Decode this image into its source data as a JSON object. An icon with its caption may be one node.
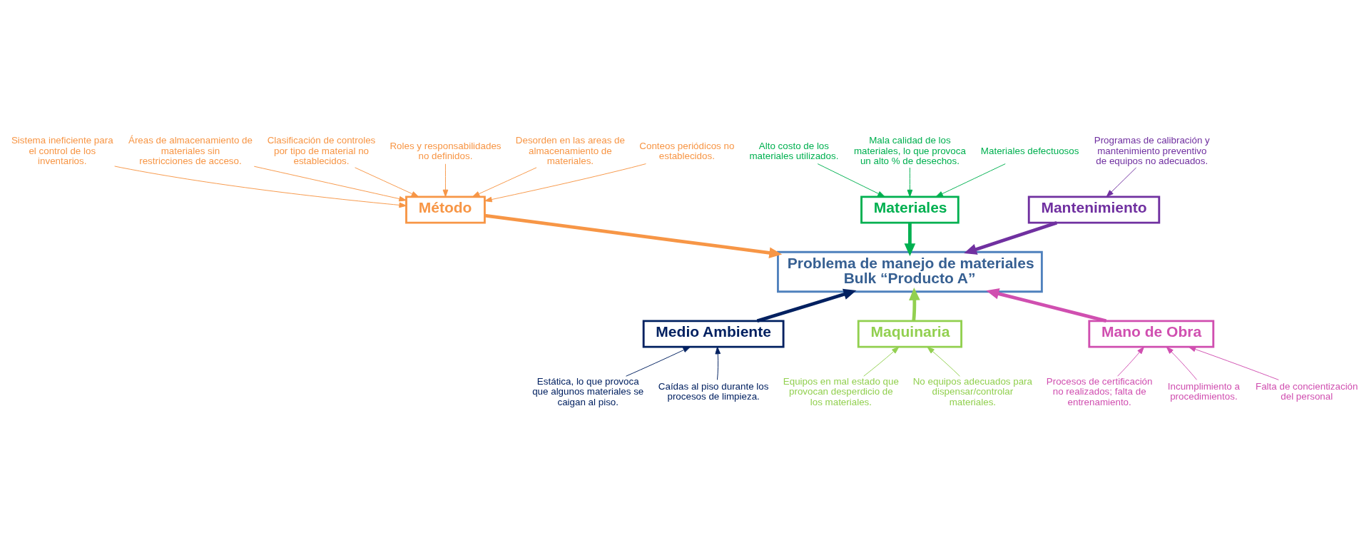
{
  "diagram": {
    "nodes": [
      {
        "text": [
          "Mantenimiento"
        ]
      },
      {
        "text": [
          "Método"
        ]
      },
      {
        "text": [
          "Materiales"
        ]
      },
      {
        "text": [
          "Problema de manejo de materiales Bulk “Producto A”"
        ]
      },
      {
        "text": [
          "Medio Ambiente"
        ]
      },
      {
        "text": [
          "Maquinaria"
        ]
      },
      {
        "text": [
          "Mano de Obra"
        ]
      },
      {
        "text": [
          "Programas de calibración y mantenimiento preventivo de equipos no adecuados."
        ]
      },
      {
        "text": [
          "Sistema ineficiente para el control de los inventarios."
        ]
      },
      {
        "text": [
          "Áreas de almacenamiento de materiales sin restricciones de acceso."
        ]
      },
      {
        "text": [
          "Clasificación de controles por tipo de material no establecidos."
        ]
      },
      {
        "text": [
          "Roles y responsabilidades no definidos."
        ]
      },
      {
        "text": [
          "Desorden en las areas de almacenamiento de materiales."
        ]
      },
      {
        "text": [
          "Conteos periódicos no establecidos."
        ]
      },
      {
        "text": [
          "Alto costo de los materiales utilizados."
        ]
      },
      {
        "text": [
          "Mala calidad de los materiales, lo que provoca un alto % de desechos."
        ]
      },
      {
        "text": [
          "Materiales defectuosos"
        ]
      },
      {
        "text": [
          "Estática, lo que provoca que algunos materiales se caigan al piso."
        ]
      },
      {
        "text": [
          "Caídas al piso durante los procesos de limpieza."
        ]
      },
      {
        "text": [
          "Equipos en mal estado que provocan desperdicio de los materiales."
        ]
      },
      {
        "text": [
          "No equipos adecuados para dispensar/controlar materiales."
        ]
      },
      {
        "text": [
          "Procesos de certificación no realizados; falta de entrenamiento."
        ]
      },
      {
        "text": [
          "Incumplimiento a procedimientos."
        ]
      },
      {
        "text": [
          "Falta de concientización del personal"
        ]
      }
    ],
    "edges": [
      {
        "from": 0,
        "to": 3,
        "arrow": "to",
        "style": "thick",
        "color": "#7030a0"
      },
      {
        "from": 1,
        "to": 3,
        "arrow": "to",
        "style": "thick",
        "color": "#f79646"
      },
      {
        "from": 2,
        "to": 3,
        "arrow": "to",
        "style": "thick",
        "color": "#00b050"
      },
      {
        "from": 4,
        "to": 3,
        "arrow": "to",
        "style": "thick",
        "color": "#002060"
      },
      {
        "from": 5,
        "to": 3,
        "arrow": "to",
        "style": "thick",
        "color": "#92d050"
      },
      {
        "from": 6,
        "to": 3,
        "arrow": "to",
        "style": "thick",
        "color": "#d04fb0"
      },
      {
        "from": 7,
        "to": 0,
        "arrow": "to",
        "color": "#7030a0"
      },
      {
        "from": 8,
        "to": 1,
        "arrow": "to",
        "color": "#f79646"
      },
      {
        "from": 9,
        "to": 1,
        "arrow": "to",
        "color": "#f79646"
      },
      {
        "from": 10,
        "to": 1,
        "arrow": "to",
        "color": "#f79646"
      },
      {
        "from": 11,
        "to": 1,
        "arrow": "to",
        "color": "#f79646"
      },
      {
        "from": 12,
        "to": 1,
        "arrow": "to",
        "color": "#f79646"
      },
      {
        "from": 13,
        "to": 1,
        "arrow": "to",
        "color": "#f79646"
      },
      {
        "from": 14,
        "to": 2,
        "arrow": "to",
        "color": "#00b050"
      },
      {
        "from": 15,
        "to": 2,
        "arrow": "to",
        "color": "#00b050"
      },
      {
        "from": 16,
        "to": 2,
        "arrow": "to",
        "color": "#00b050"
      },
      {
        "from": 17,
        "to": 4,
        "arrow": "to",
        "color": "#002060"
      },
      {
        "from": 18,
        "to": 4,
        "arrow": "to",
        "color": "#002060"
      },
      {
        "from": 19,
        "to": 5,
        "arrow": "to",
        "color": "#92d050"
      },
      {
        "from": 20,
        "to": 5,
        "arrow": "to",
        "color": "#92d050"
      },
      {
        "from": 21,
        "to": 6,
        "arrow": "to",
        "color": "#d04fb0"
      },
      {
        "from": 22,
        "to": 6,
        "arrow": "to",
        "color": "#d04fb0"
      },
      {
        "from": 23,
        "to": 6,
        "arrow": "to",
        "color": "#d04fb0"
      }
    ]
  }
}
